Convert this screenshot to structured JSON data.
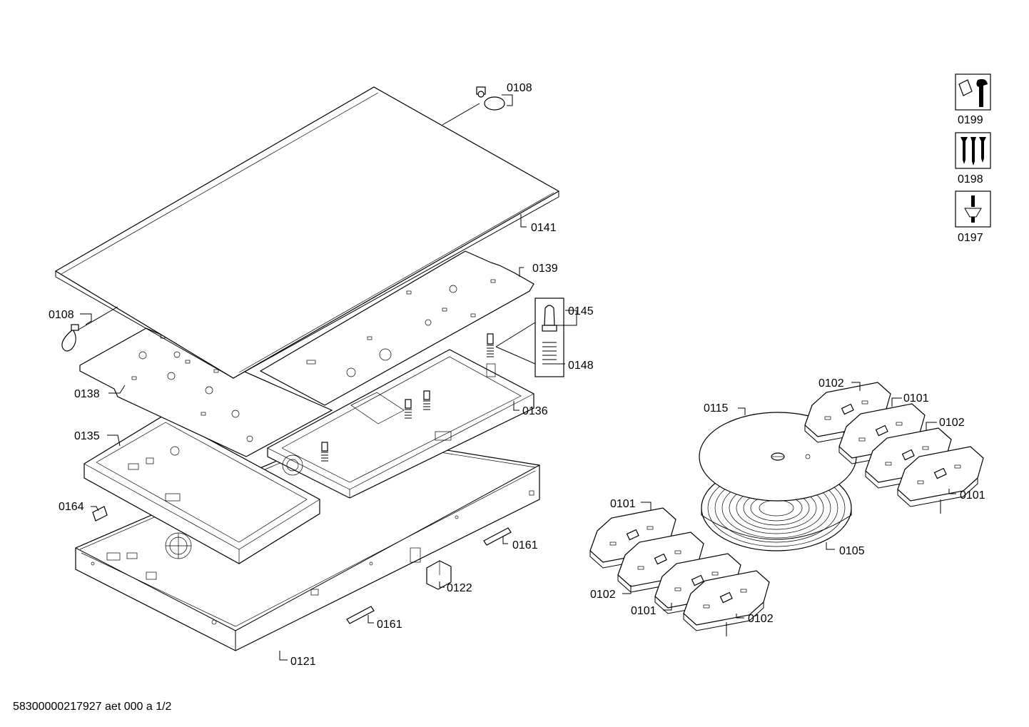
{
  "labels": {
    "l0108a": "0108",
    "l0108b": "0108",
    "l0141": "0141",
    "l0139": "0139",
    "l0145": "0145",
    "l0148": "0148",
    "l0138": "0138",
    "l0136": "0136",
    "l0135": "0135",
    "l0164": "0164",
    "l0161a": "0161",
    "l0122": "0122",
    "l0161b": "0161",
    "l0121": "0121",
    "l0115": "0115",
    "l0102a": "0102",
    "l0101a": "0101",
    "l0102b": "0102",
    "l0101b": "0101",
    "l0105": "0105",
    "l0101c": "0101",
    "l0102c": "0102",
    "l0101d": "0101",
    "l0102d": "0102",
    "l0199": "0199",
    "l0198": "0198",
    "l0197": "0197"
  },
  "icons": [
    "wrench-icon",
    "screws-icon",
    "screwdriver-icon"
  ],
  "footer": "58300000217927 aet 000 a 1/2"
}
